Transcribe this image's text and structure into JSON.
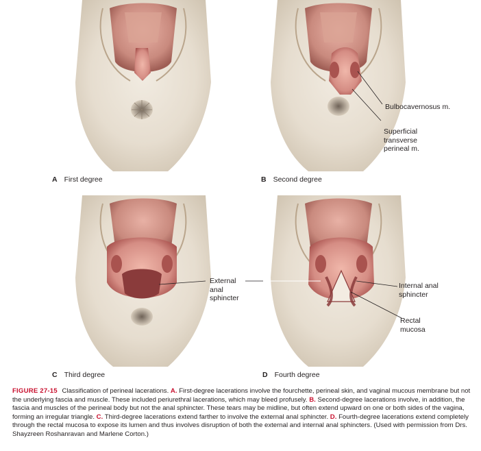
{
  "panels": [
    {
      "letter": "A",
      "label": "First degree"
    },
    {
      "letter": "B",
      "label": "Second degree"
    },
    {
      "letter": "C",
      "label": "Third degree"
    },
    {
      "letter": "D",
      "label": "Fourth degree"
    }
  ],
  "callouts": {
    "bulbocavernosus": "Bulbocavernosus m.",
    "superficial_transverse": "Superficial\ntransverse\nperineal m.",
    "external_anal_sphincter": "External\nanal\nsphincter",
    "internal_anal_sphincter": "Internal anal\nsphincter",
    "rectal_mucosa": "Rectal\nmucosa"
  },
  "caption": {
    "figure_number": "FIGURE 27-15",
    "intro": "Classification of perineal lacerations.",
    "ref_a": "A.",
    "text_a": "First-degree lacerations involve the fourchette, perineal skin, and vaginal mucous membrane but not the underlying fascia and muscle. These included periurethral lacerations, which may bleed profusely.",
    "ref_b": "B.",
    "text_b": "Second-degree lacerations involve, in addition, the fascia and muscles of the perineal body but not the anal sphincter. These tears may be midline, but often extend upward on one or both sides of the vagina, forming an irregular triangle.",
    "ref_c": "C.",
    "text_c": "Third-degree lacerations extend farther to involve the external anal sphincter.",
    "ref_d": "D.",
    "text_d": "Fourth-degree lacerations extend completely through the rectal mucosa to expose its lumen and thus involves disruption of both the external and internal anal sphincters. (Used with permission from Drs. Shayzreen Roshanravan and Marlene Corton.)"
  },
  "colors": {
    "skin": "#e9e2d6",
    "skin_shadow": "#c9bba6",
    "vaginal_mucosa": "#c98a7e",
    "muscle": "#d38f86",
    "muscle_dark": "#a9534f",
    "rectal_mucosa": "#8a3b3b",
    "caption_accent": "#c8102e",
    "text": "#231f20"
  }
}
